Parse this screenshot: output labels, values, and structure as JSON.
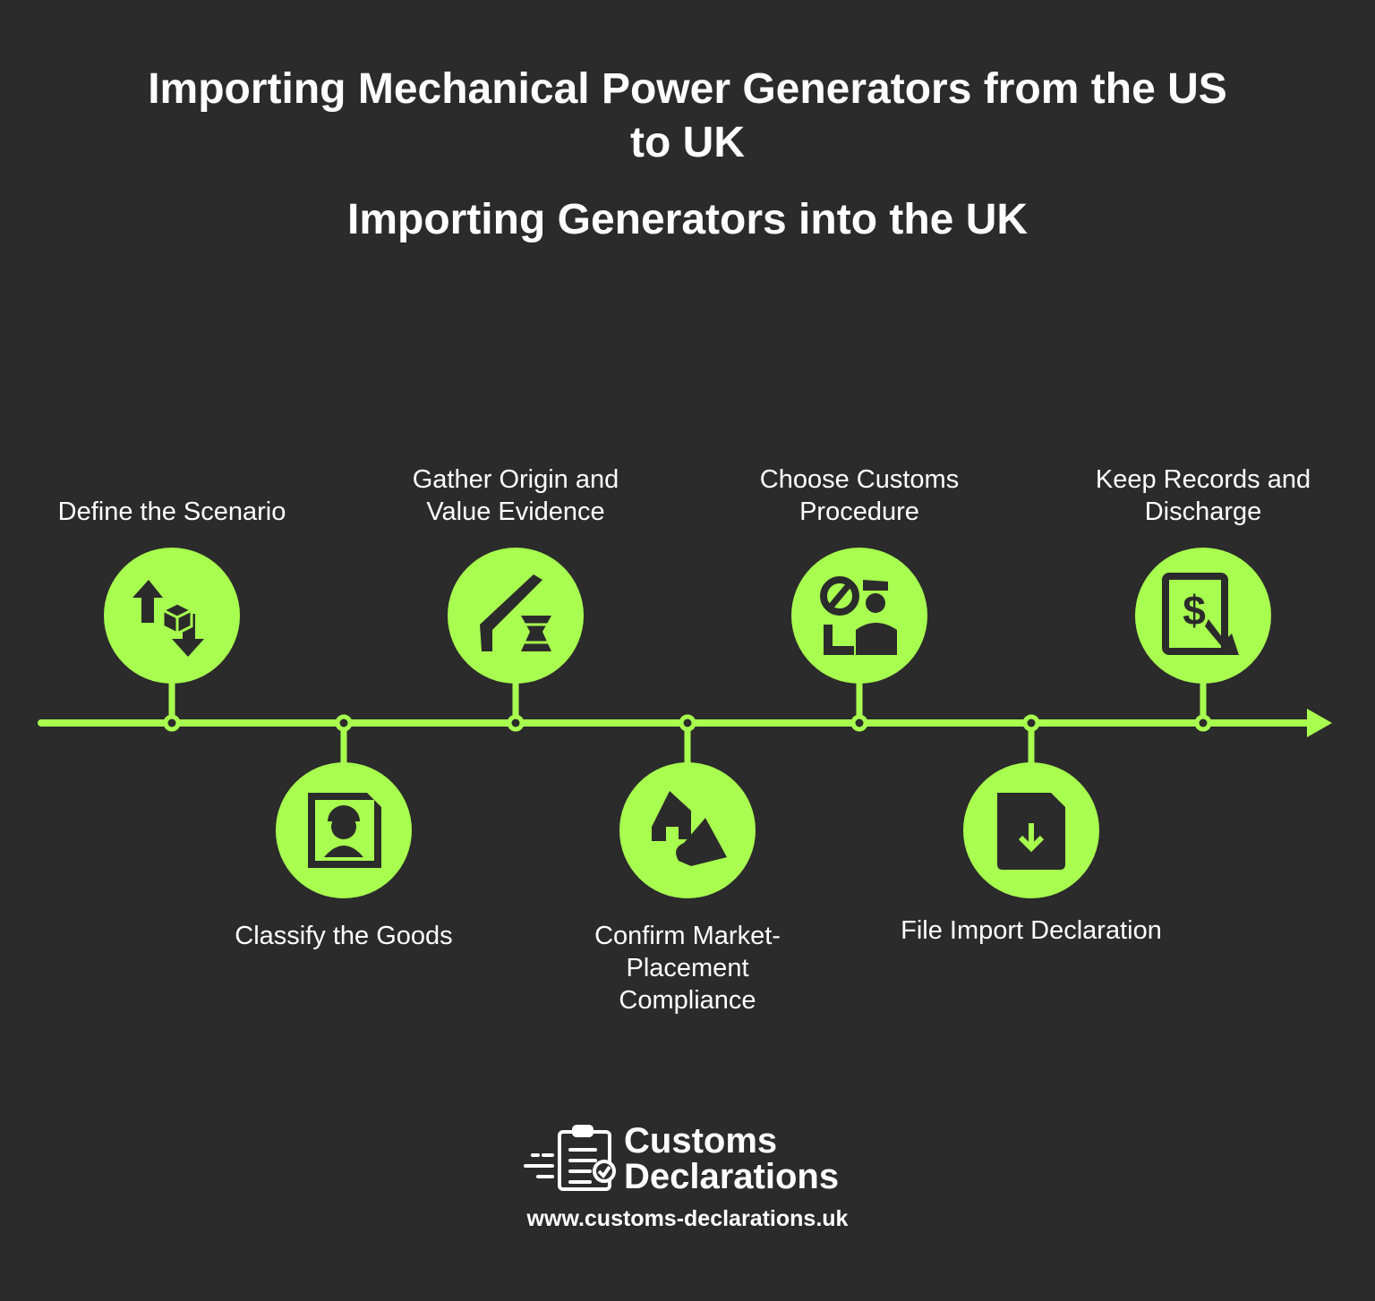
{
  "title": "Importing Mechanical Power Generators from the US to UK",
  "subtitle": "Importing Generators into the UK",
  "colors": {
    "background": "#2b2b2b",
    "accent": "#a8ff4f",
    "icon": "#2b2b2b",
    "text": "#ffffff"
  },
  "steps": [
    {
      "label": "Define the Scenario",
      "icon": "box-exchange-icon"
    },
    {
      "label": "Classify the Goods",
      "icon": "worker-id-card-icon"
    },
    {
      "label": "Gather Origin and Value Evidence",
      "icon": "origin-dna-icon"
    },
    {
      "label": "Confirm Market-Placement Compliance",
      "icon": "house-compliance-icon"
    },
    {
      "label": "Choose Customs Procedure",
      "icon": "customs-officer-icon"
    },
    {
      "label": "File Import Declaration",
      "icon": "file-download-icon"
    },
    {
      "label": "Keep Records and Discharge",
      "icon": "dollar-document-icon"
    }
  ],
  "logo": {
    "line1": "Customs",
    "line2": "Declarations",
    "url": "www.customs-declarations.uk"
  }
}
